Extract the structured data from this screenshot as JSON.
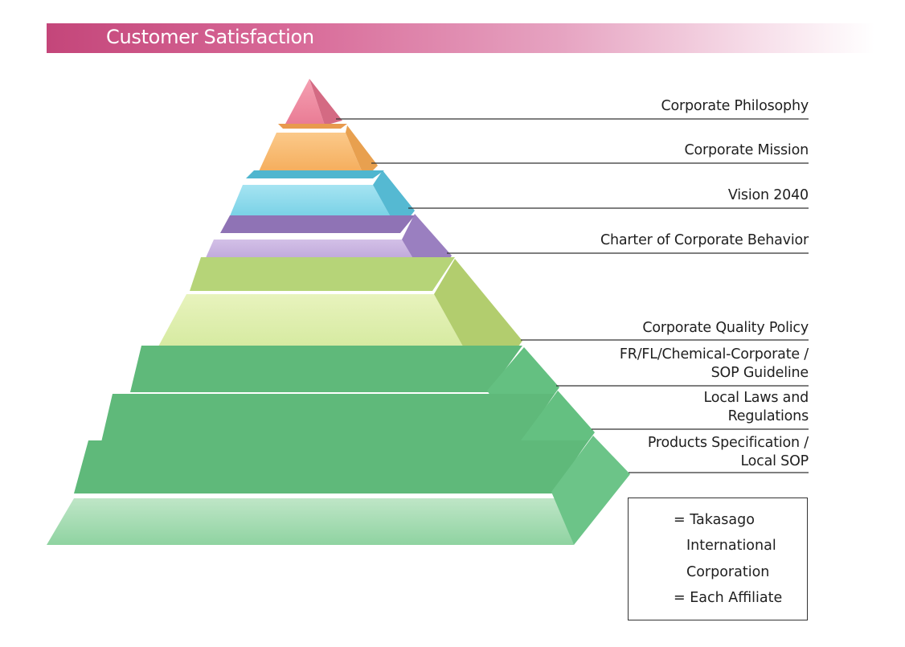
{
  "header": {
    "title": "Customer Satisfaction"
  },
  "layers": [
    {
      "label": "Corporate Philosophy",
      "color": "#ee8fa3"
    },
    {
      "label": "Corporate Mission",
      "color": "#f7b66c"
    },
    {
      "label": "Vision 2040",
      "color": "#7bd3e6"
    },
    {
      "label": "Charter of Corporate Behavior",
      "color": "#b89ad2"
    },
    {
      "label": "Corporate Quality Policy",
      "color": "#d8ea9e"
    },
    {
      "label_line1": "FR/FL/Chemical-Corporate /",
      "label_line2": "SOP Guideline",
      "color": "#9fd9ae"
    },
    {
      "label_line1": "Local Laws and",
      "label_line2": "Regulations",
      "color": "#9fd9ae"
    },
    {
      "label_line1": "Products Specification /",
      "label_line2": "Local SOP",
      "color": "#9fd9ae"
    }
  ],
  "legend": {
    "takasago_line1": "= Takasago",
    "takasago_line2": "International",
    "takasago_line3": "Corporation",
    "affiliate": "= Each Affiliate",
    "affiliate_color": "#5fbf7e"
  }
}
